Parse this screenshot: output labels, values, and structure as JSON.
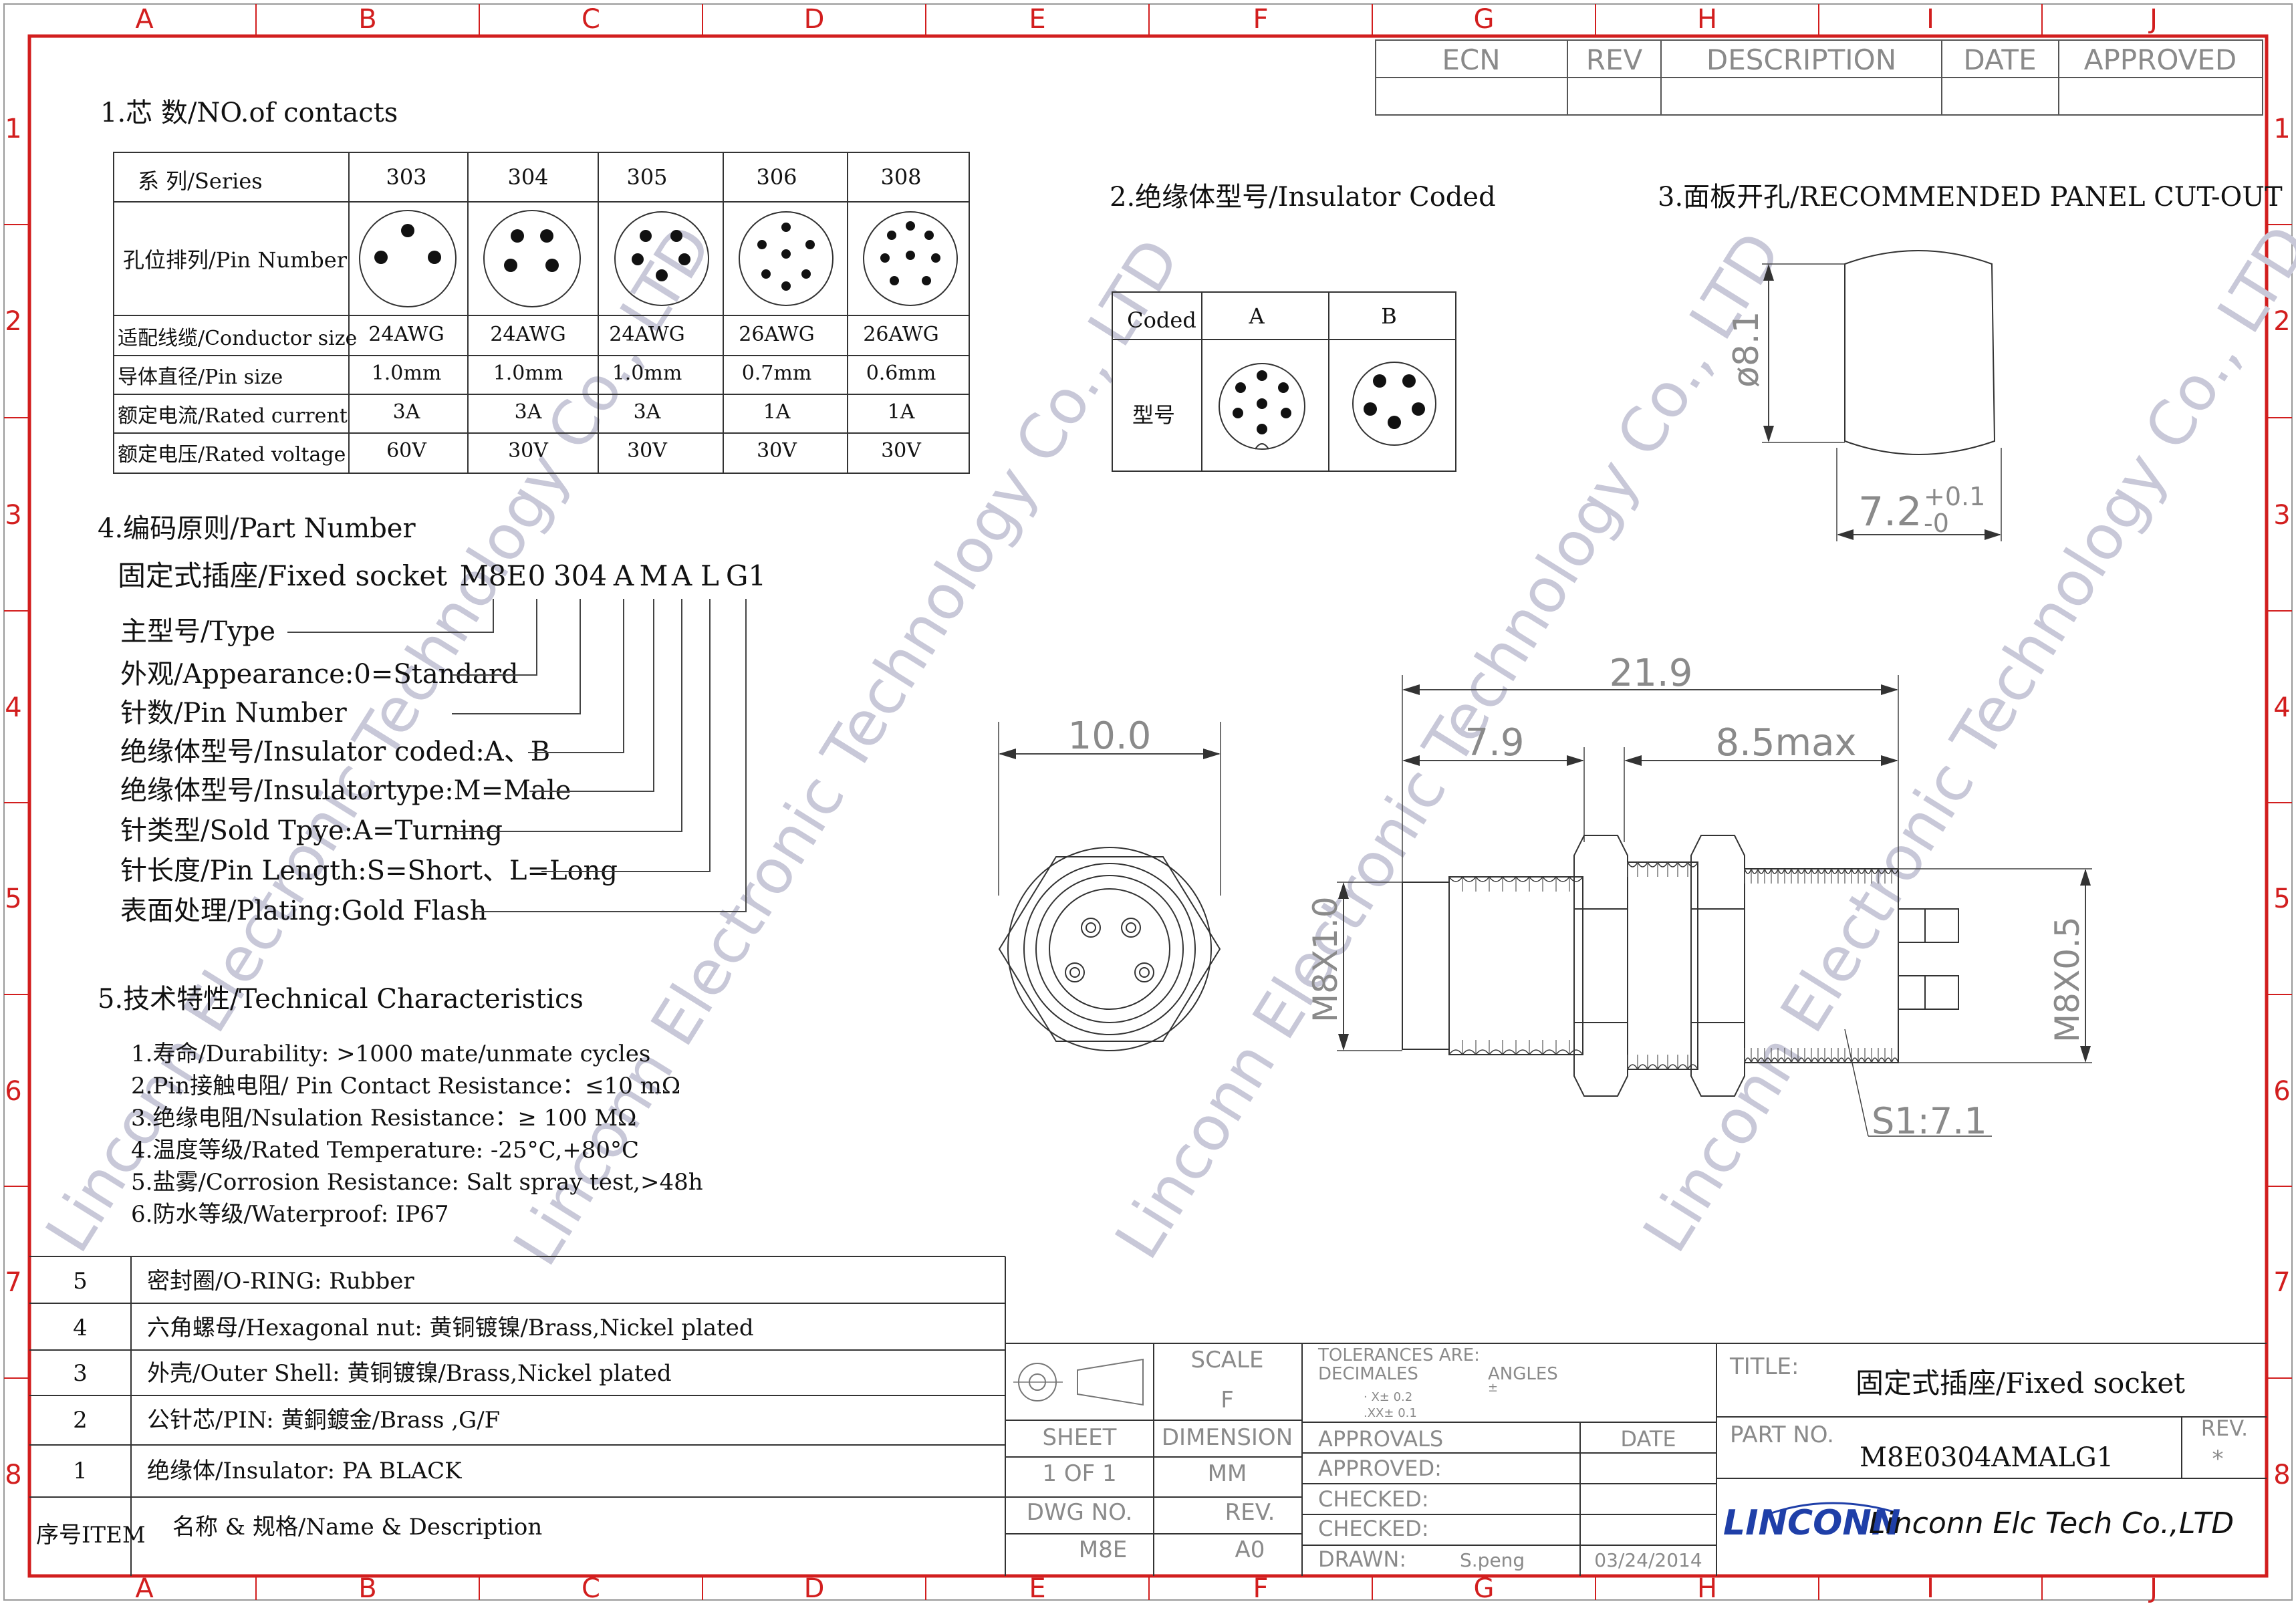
{
  "colors": {
    "frame": "#d21e1e",
    "ink": "#111111",
    "brand": "#1f3fa8",
    "watermark": "#c8c8d8"
  },
  "grid": {
    "cols": [
      "A",
      "B",
      "C",
      "D",
      "E",
      "F",
      "G",
      "H",
      "I",
      "J"
    ],
    "rows": [
      "1",
      "2",
      "3",
      "4",
      "5",
      "6",
      "7",
      "8"
    ]
  },
  "revision_table": {
    "headers": [
      "ECN",
      "REV",
      "DESCRIPTION",
      "DATE",
      "APPROVED"
    ]
  },
  "watermark_text": "Linconn Electronic Technology Co., LTD",
  "contacts": {
    "title": "1.芯 数/NO.of contacts",
    "series_label": "系 列/Series",
    "series": [
      "303",
      "304",
      "305",
      "306",
      "308"
    ],
    "pin_number_label": "孔位排列/Pin Number",
    "rows": [
      {
        "label": "适配线缆/Conductor size",
        "values": [
          "24AWG",
          "24AWG",
          "24AWG",
          "26AWG",
          "26AWG"
        ]
      },
      {
        "label": "导体直径/Pin size",
        "values": [
          "1.0mm",
          "1.0mm",
          "1.0mm",
          "0.7mm",
          "0.6mm"
        ]
      },
      {
        "label": "额定电流/Rated current",
        "values": [
          "3A",
          "3A",
          "3A",
          "1A",
          "1A"
        ]
      },
      {
        "label": "额定电压/Rated voltage",
        "values": [
          "60V",
          "30V",
          "30V",
          "30V",
          "30V"
        ]
      }
    ]
  },
  "insulator": {
    "title": "2.绝缘体型号/Insulator Coded",
    "coded_label": "Coded",
    "type_label": "型号",
    "codes": [
      "A",
      "B"
    ]
  },
  "panel": {
    "title": "3.面板开孔/RECOMMENDED PANEL CUT-OUT",
    "diameter": "ø8.1",
    "width": "7.2",
    "tol_plus": "+0.1",
    "tol_minus": "-0"
  },
  "part_number": {
    "title": "4.编码原则/Part Number",
    "socket_label": "固定式插座/Fixed socket",
    "code_segments": [
      "M8E",
      "0",
      "304",
      "A",
      "M",
      "A",
      "L",
      "G1"
    ],
    "legend": [
      "主型号/Type",
      "外观/Appearance:0=Standard",
      "针数/Pin Number",
      "绝缘体型号/Insulator coded:A、B",
      "绝缘体型号/Insulatortype:M=Male",
      "针类型/Sold Tpye:A=Turning",
      "针长度/Pin Length:S=Short、L=Long",
      "表面处理/Plating:Gold Flash"
    ]
  },
  "technical": {
    "title": "5.技术特性/Technical Characteristics",
    "items": [
      "1.寿命/Durability: >1000 mate/unmate cycles",
      "2.Pin接触电阻/ Pin Contact Resistance：≤10 mΩ",
      "3.绝缘电阻/Nsulation Resistance：≥ 100 MΩ",
      "4.温度等级/Rated Temperature: -25°C,+80°C",
      "5.盐雾/Corrosion Resistance: Salt spray test,>48h",
      "6.防水等级/Waterproof: IP67"
    ]
  },
  "drawing": {
    "front_width": "10.0",
    "overall_length": "21.9",
    "left_length": "7.9",
    "right_length": "8.5max",
    "thread_left": "M8X1.0",
    "thread_right": "M8X0.5",
    "note": "S1:7.1"
  },
  "bom": {
    "rows": [
      {
        "item": "5",
        "desc": "密封圈/O-RING: Rubber"
      },
      {
        "item": "4",
        "desc": "六角螺母/Hexagonal nut: 黄铜镀镍/Brass,Nickel plated"
      },
      {
        "item": "3",
        "desc": "外壳/Outer Shell: 黄铜镀镍/Brass,Nickel plated"
      },
      {
        "item": "2",
        "desc": "公针芯/PIN: 黄銅鍍金/Brass ,G/F"
      },
      {
        "item": "1",
        "desc": "绝缘体/Insulator: PA BLACK"
      }
    ],
    "header_item": "序号ITEM",
    "header_desc": "名称 & 规格/Name & Description"
  },
  "title_block": {
    "scale_label": "SCALE",
    "scale_value": "F",
    "sheet_label": "SHEET",
    "sheet_value": "1  OF  1",
    "dimension_label": "DIMENSION",
    "dimension_value": "MM",
    "dwg_label": "DWG  NO.",
    "dwg_value": "M8E",
    "rev_label": "REV.",
    "rev_value": "A0",
    "tolerances_label": "TOLERANCES  ARE:",
    "decimals_label": "DECIMALES",
    "angles_label": "ANGLES",
    "tol_x": "· X± 0.2",
    "tol_xx": ".XX± 0.1",
    "angles_value": "±",
    "approvals_label": "APPROVALS",
    "date_label": "DATE",
    "approved_label": "APPROVED:",
    "checked1_label": "CHECKED:",
    "checked2_label": "CHECKED:",
    "drawn_label": "DRAWN:",
    "drawn_value": "S.peng",
    "drawn_date": "03/24/2014",
    "title_label": "TITLE:",
    "title_value": "固定式插座/Fixed socket",
    "partno_label": "PART  NO.",
    "partno_value": "M8E0304AMALG1",
    "revision_label": "REV.",
    "revision_value": "*",
    "company_logo": "LINCONN",
    "company_name": "Lincon​n Elc Tech Co.,LTD"
  }
}
